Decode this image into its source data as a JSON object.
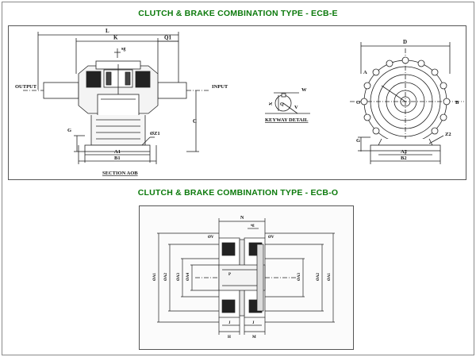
{
  "colors": {
    "title": "#0c7a0c",
    "line": "#222222",
    "frame": "#8a8a8a"
  },
  "titles": {
    "top": "CLUTCH & BRAKE COMBINATION TYPE - ECB-E",
    "bottom": "CLUTCH & BRAKE COMBINATION TYPE - ECB-O"
  },
  "ecb_e": {
    "section": {
      "label_L": "L",
      "label_K": "K",
      "label_Q1": "Q1",
      "label_sg": "sg",
      "label_output": "OUTPUT",
      "label_input": "INPUT",
      "label_C": "C",
      "label_G": "G",
      "label_OZ1": "ØZ1",
      "label_A1": "A1",
      "label_B1": "B1",
      "caption": "SECTION AOB"
    },
    "keyway": {
      "label_W": "W",
      "label_X": "X",
      "label_V": "V",
      "label_Q": "Q",
      "caption": "KEYWAY DETAIL"
    },
    "front": {
      "label_D": "D",
      "label_A": "A",
      "label_O": "O",
      "label_B": "B",
      "label_G": "G",
      "label_Z2": "Z2",
      "label_A2": "A2",
      "label_B2": "B2"
    }
  },
  "ecb_o": {
    "label_N": "N",
    "label_sg": "sg",
    "label_OV_left": "ØV",
    "label_OV_right": "ØV",
    "label_OA1_left": "ØA1",
    "label_OA2_left": "ØA2",
    "label_OA3_left": "ØA3",
    "label_OA4": "ØA4",
    "label_P": "P",
    "label_OA3_right": "ØA3",
    "label_OA2_right": "ØA2",
    "label_OA1_right": "ØA1",
    "label_J_left": "J",
    "label_J_right": "J",
    "label_H": "H",
    "label_M": "M"
  }
}
